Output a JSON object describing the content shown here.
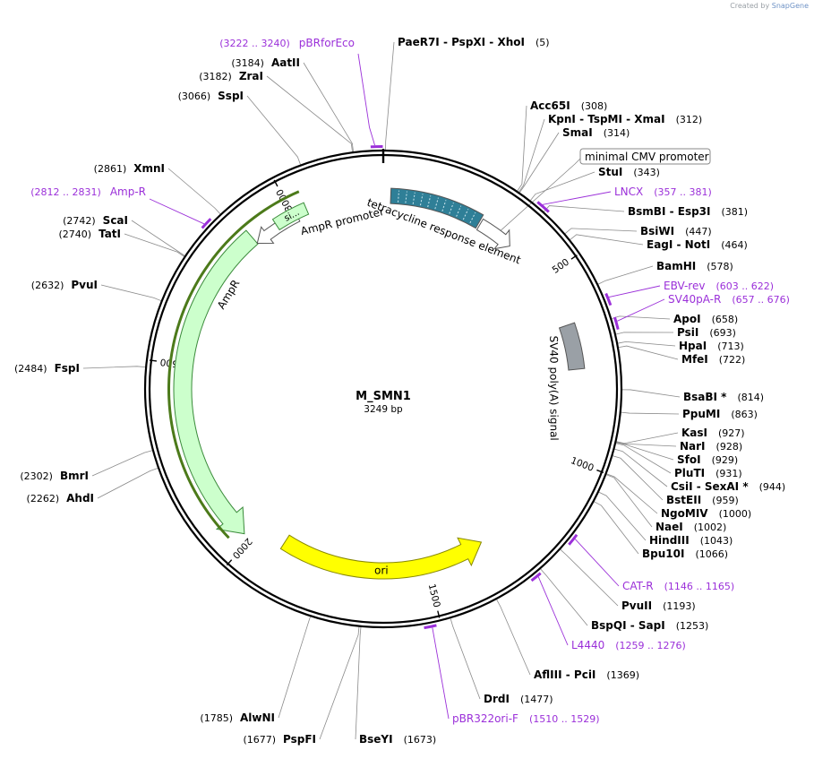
{
  "credit": {
    "prefix": "Created by",
    "brand": "SnapGene"
  },
  "plasmid": {
    "name": "M_SMN1",
    "length": "3249 bp",
    "total_bp": 3249
  },
  "colors": {
    "enzyme": "#000000",
    "primer": "#9b30d9",
    "line": "#8a8a8a",
    "tre": "#2f7f97",
    "sv40": "#9aa0a6",
    "ampr": "#ccffcc",
    "ori": "#ffff00",
    "ampr_promoter": "#ffffff"
  },
  "ticks": [
    {
      "pos": 500,
      "label": "500"
    },
    {
      "pos": 1000,
      "label": "1000"
    },
    {
      "pos": 1500,
      "label": "1500"
    },
    {
      "pos": 2000,
      "label": "2000"
    },
    {
      "pos": 2500,
      "label": "2500"
    },
    {
      "pos": 3000,
      "label": "3000"
    }
  ],
  "features": [
    {
      "name": "tetracycline response element",
      "start": 20,
      "end": 270,
      "direction": "none",
      "color": "#2f7f97",
      "label_side": "in"
    },
    {
      "name": "minimal CMV promoter",
      "start": 275,
      "end": 375,
      "direction": "forward",
      "color": "#ffffff",
      "label_side": "callout"
    },
    {
      "name": "SV40 poly(A) signal",
      "start": 640,
      "end": 760,
      "direction": "none",
      "color": "#9aa0a6",
      "label_side": "in"
    },
    {
      "name": "ori",
      "start": 1330,
      "end": 1920,
      "direction": "reverse",
      "color": "#ffff00",
      "label_side": "on"
    },
    {
      "name": "AmpR",
      "start": 2020,
      "end": 2880,
      "direction": "reverse",
      "color": "#ccffcc",
      "label_side": "in"
    },
    {
      "name": "AmpR promoter",
      "start": 2880,
      "end": 3010,
      "direction": "reverse",
      "color": "#ffffff",
      "label_side": "in"
    }
  ],
  "enzymes_right": [
    {
      "text": "PaeR7I  -  PspXI  -  XhoI",
      "pos_text": "(5)",
      "site": 5
    },
    {
      "text": "Acc65I",
      "pos_text": "(308)",
      "site": 308
    },
    {
      "text": "KpnI  -  TspMI  -  XmaI",
      "pos_text": "(312)",
      "site": 312
    },
    {
      "text": "SmaI",
      "pos_text": "(314)",
      "site": 314
    },
    {
      "text": "StuI",
      "pos_text": "(343)",
      "site": 343
    },
    {
      "text": "BsmBI  -  Esp3I",
      "pos_text": "(381)",
      "site": 381
    },
    {
      "text": "BsiWI",
      "pos_text": "(447)",
      "site": 447
    },
    {
      "text": "EagI  -  NotI",
      "pos_text": "(464)",
      "site": 464
    },
    {
      "text": "BamHI",
      "pos_text": "(578)",
      "site": 578
    },
    {
      "text": "ApoI",
      "pos_text": "(658)",
      "site": 658
    },
    {
      "text": "PsiI",
      "pos_text": "(693)",
      "site": 693
    },
    {
      "text": "HpaI",
      "pos_text": "(713)",
      "site": 713
    },
    {
      "text": "MfeI",
      "pos_text": "(722)",
      "site": 722
    },
    {
      "text": "BsaBI *",
      "pos_text": "(814)",
      "site": 814
    },
    {
      "text": "PpuMI",
      "pos_text": "(863)",
      "site": 863
    },
    {
      "text": "KasI",
      "pos_text": "(927)",
      "site": 927
    },
    {
      "text": "NarI",
      "pos_text": "(928)",
      "site": 928
    },
    {
      "text": "SfoI",
      "pos_text": "(929)",
      "site": 929
    },
    {
      "text": "PluTI",
      "pos_text": "(931)",
      "site": 931
    },
    {
      "text": "CsiI  -  SexAI *",
      "pos_text": "(944)",
      "site": 944
    },
    {
      "text": "BstEII",
      "pos_text": "(959)",
      "site": 959
    },
    {
      "text": "NgoMIV",
      "pos_text": "(1000)",
      "site": 1000
    },
    {
      "text": "NaeI",
      "pos_text": "(1002)",
      "site": 1002
    },
    {
      "text": "HindIII",
      "pos_text": "(1043)",
      "site": 1043
    },
    {
      "text": "Bpu10I",
      "pos_text": "(1066)",
      "site": 1066
    },
    {
      "text": "PvuII",
      "pos_text": "(1193)",
      "site": 1193
    },
    {
      "text": "BspQI  -  SapI",
      "pos_text": "(1253)",
      "site": 1253
    },
    {
      "text": "AflIII  -  PciI",
      "pos_text": "(1369)",
      "site": 1369
    },
    {
      "text": "DrdI",
      "pos_text": "(1477)",
      "site": 1477
    },
    {
      "text": "BseYI",
      "pos_text": "(1673)",
      "site": 1673
    }
  ],
  "enzymes_left": [
    {
      "text": "AatII",
      "pos_text": "(3184)",
      "site": 3184
    },
    {
      "text": "ZraI",
      "pos_text": "(3182)",
      "site": 3182
    },
    {
      "text": "SspI",
      "pos_text": "(3066)",
      "site": 3066
    },
    {
      "text": "XmnI",
      "pos_text": "(2861)",
      "site": 2861
    },
    {
      "text": "ScaI",
      "pos_text": "(2742)",
      "site": 2742
    },
    {
      "text": "TatI",
      "pos_text": "(2740)",
      "site": 2740
    },
    {
      "text": "PvuI",
      "pos_text": "(2632)",
      "site": 2632
    },
    {
      "text": "FspI",
      "pos_text": "(2484)",
      "site": 2484
    },
    {
      "text": "BmrI",
      "pos_text": "(2302)",
      "site": 2302
    },
    {
      "text": "AhdI",
      "pos_text": "(2262)",
      "site": 2262
    },
    {
      "text": "AlwNI",
      "pos_text": "(1785)",
      "site": 1785
    },
    {
      "text": "PspFI",
      "pos_text": "(1677)",
      "site": 1677
    }
  ],
  "primers_right": [
    {
      "text": "LNCX",
      "pos_text": "(357 .. 381)",
      "start": 357,
      "end": 381
    },
    {
      "text": "EBV-rev",
      "pos_text": "(603 .. 622)",
      "start": 603,
      "end": 622
    },
    {
      "text": "SV40pA-R",
      "pos_text": "(657 .. 676)",
      "start": 657,
      "end": 676
    },
    {
      "text": "CAT-R",
      "pos_text": "(1146 .. 1165)",
      "start": 1146,
      "end": 1165
    },
    {
      "text": "L4440",
      "pos_text": "(1259 .. 1276)",
      "start": 1259,
      "end": 1276
    },
    {
      "text": "pBR322ori-F",
      "pos_text": "(1510 .. 1529)",
      "start": 1510,
      "end": 1529
    }
  ],
  "primers_left": [
    {
      "text": "pBRforEco",
      "pos_text": "(3222 .. 3240)",
      "start": 3222,
      "end": 3240
    },
    {
      "text": "Amp-R",
      "pos_text": "(2812 .. 2831)",
      "start": 2812,
      "end": 2831
    }
  ],
  "inner_labels": {
    "si": "si..."
  }
}
